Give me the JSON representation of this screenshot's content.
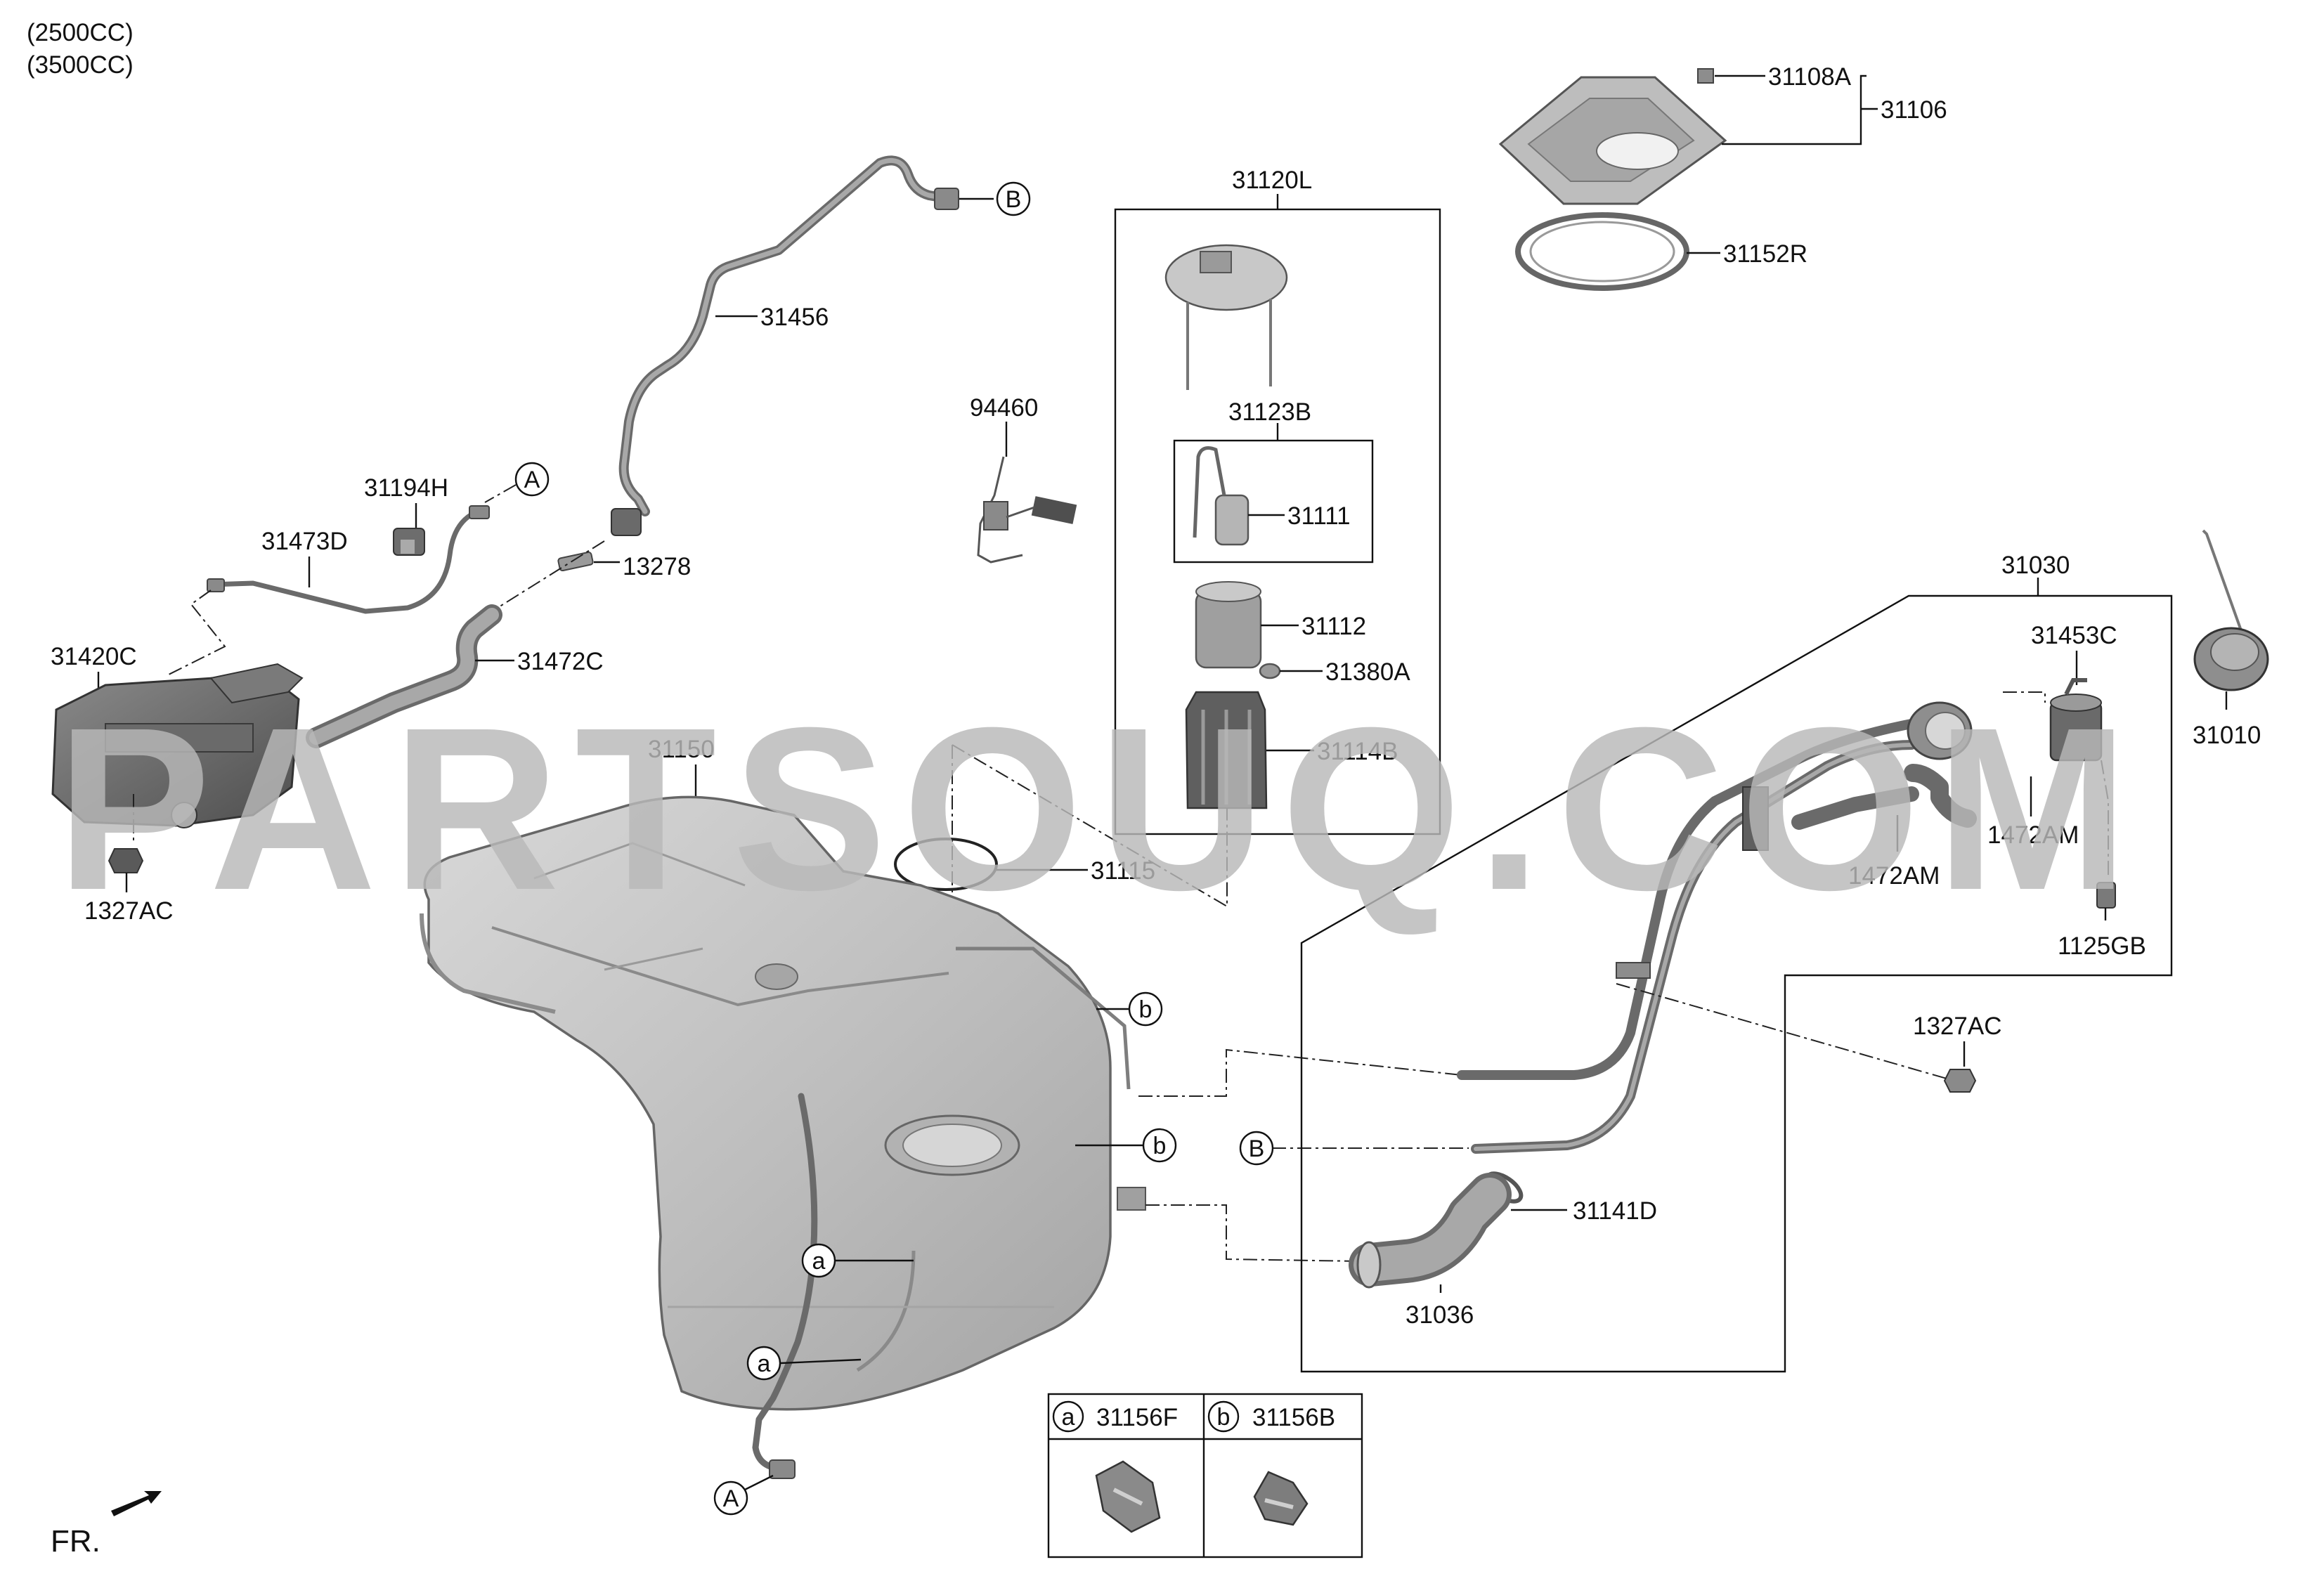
{
  "header": {
    "engine_a": "(2500CC)",
    "engine_b": "(3500CC)"
  },
  "watermark": "PARTSOUQ.COM",
  "front_marker": {
    "label": "FR."
  },
  "parts": {
    "p31108A": "31108A",
    "p31106": "31106",
    "p31152R": "31152R",
    "p31120L": "31120L",
    "p31123B": "31123B",
    "p31111": "31111",
    "p31112": "31112",
    "p31380A": "31380A",
    "p31114B": "31114B",
    "p31115": "31115",
    "p94460": "94460",
    "p31456": "31456",
    "p31194H": "31194H",
    "p31473D": "31473D",
    "p13278": "13278",
    "p31420C": "31420C",
    "p31472C": "31472C",
    "p1327AC_left": "1327AC",
    "p31150": "31150",
    "p31030": "31030",
    "p31453C": "31453C",
    "p31010": "31010",
    "p1472AM_a": "1472AM",
    "p1472AM_b": "1472AM",
    "p1125GB": "1125GB",
    "p1327AC_right": "1327AC",
    "p31141D": "31141D",
    "p31036": "31036"
  },
  "refs": {
    "A": "A",
    "B": "B",
    "a": "a",
    "b": "b"
  },
  "legend": {
    "a_part": "31156F",
    "b_part": "31156B"
  },
  "colors": {
    "tank_fill": "#c9c9c9",
    "tank_shade": "#9c9c9c",
    "line": "#111111",
    "watermark": "#b9b9b9"
  }
}
